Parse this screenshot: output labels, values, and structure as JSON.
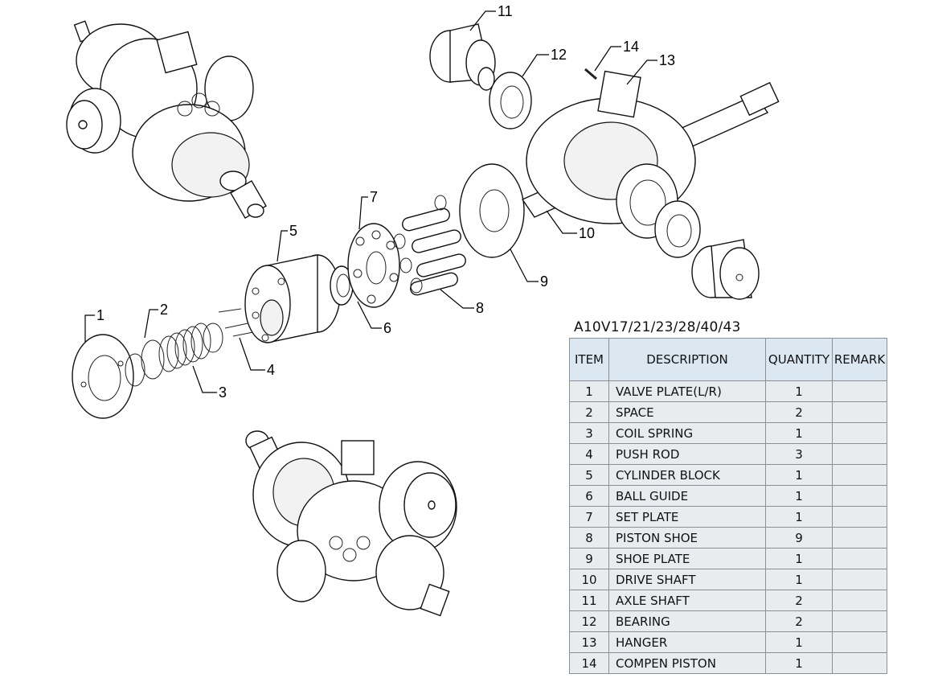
{
  "drawing": {
    "callouts": [
      "1",
      "2",
      "3",
      "4",
      "5",
      "6",
      "7",
      "8",
      "9",
      "10",
      "11",
      "12",
      "13",
      "14"
    ]
  },
  "table": {
    "title": "A10V17/21/23/28/40/43",
    "headers": {
      "item": "ITEM",
      "description": "DESCRIPTION",
      "quantity": "QUANTITY",
      "remark": "REMARK"
    },
    "rows": [
      {
        "item": "1",
        "description": "VALVE PLATE(L/R)",
        "quantity": "1",
        "remark": ""
      },
      {
        "item": "2",
        "description": "SPACE",
        "quantity": "2",
        "remark": ""
      },
      {
        "item": "3",
        "description": "COIL SPRING",
        "quantity": "1",
        "remark": ""
      },
      {
        "item": "4",
        "description": "PUSH ROD",
        "quantity": "3",
        "remark": ""
      },
      {
        "item": "5",
        "description": "CYLINDER BLOCK",
        "quantity": "1",
        "remark": ""
      },
      {
        "item": "6",
        "description": "BALL GUIDE",
        "quantity": "1",
        "remark": ""
      },
      {
        "item": "7",
        "description": "SET PLATE",
        "quantity": "1",
        "remark": ""
      },
      {
        "item": "8",
        "description": "PISTON SHOE",
        "quantity": "9",
        "remark": ""
      },
      {
        "item": "9",
        "description": "SHOE PLATE",
        "quantity": "1",
        "remark": ""
      },
      {
        "item": "10",
        "description": "DRIVE SHAFT",
        "quantity": "1",
        "remark": ""
      },
      {
        "item": "11",
        "description": "AXLE SHAFT",
        "quantity": "2",
        "remark": ""
      },
      {
        "item": "12",
        "description": "BEARING",
        "quantity": "2",
        "remark": ""
      },
      {
        "item": "13",
        "description": "HANGER",
        "quantity": "1",
        "remark": ""
      },
      {
        "item": "14",
        "description": "COMPEN PISTON",
        "quantity": "1",
        "remark": ""
      }
    ]
  }
}
